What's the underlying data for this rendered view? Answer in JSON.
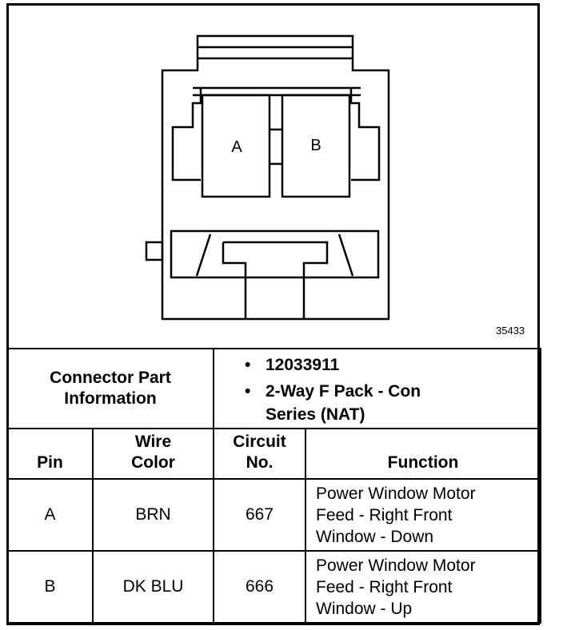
{
  "figure": {
    "number": "35433"
  },
  "connector": {
    "cavities": [
      "A",
      "B"
    ]
  },
  "part_info": {
    "label_line1": "Connector Part",
    "label_line2": "Information",
    "part_number": "12033911",
    "description_line1": "2-Way F Pack - Con",
    "description_line2": "Series (NAT)"
  },
  "columns": {
    "pin": "Pin",
    "wire_line1": "Wire",
    "wire_line2": "Color",
    "circuit_line1": "Circuit",
    "circuit_line2": "No.",
    "function": "Function"
  },
  "rows": [
    {
      "pin": "A",
      "color": "BRN",
      "circuit": "667",
      "function": [
        "Power Window Motor",
        "Feed - Right Front",
        "Window - Down"
      ]
    },
    {
      "pin": "B",
      "color": "DK BLU",
      "circuit": "666",
      "function": [
        "Power Window Motor",
        "Feed - Right Front",
        "Window - Up"
      ]
    }
  ]
}
